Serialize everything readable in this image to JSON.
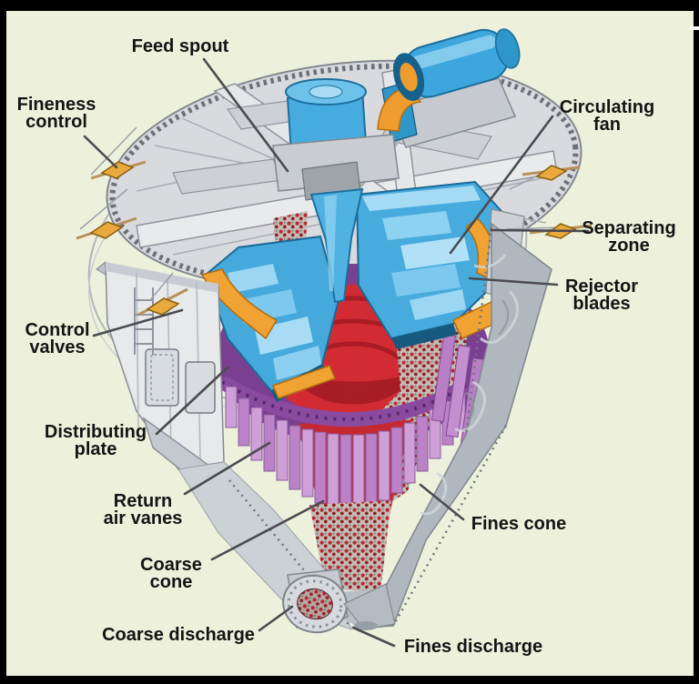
{
  "figure": {
    "background_color": "#edf1dc",
    "frame_color": "#000000",
    "colors": {
      "machine_blue": "#45abdf",
      "accent_orange": "#f0a232",
      "coarse_red": "#d32b33",
      "plate_purple": "#8a4aa0",
      "vane_lavender": "#cfa0d8",
      "steel_gray": "#d6d8db",
      "label_text": "#141414",
      "leader_line": "#4b4b50"
    },
    "labels": [
      {
        "id": "feed-spout",
        "text": "Feed spout"
      },
      {
        "id": "fineness-control",
        "text": "Fineness\ncontrol"
      },
      {
        "id": "circulating-fan",
        "text": "Circulating\nfan"
      },
      {
        "id": "separating-zone",
        "text": "Separating\nzone"
      },
      {
        "id": "rejector-blades",
        "text": "Rejector\nblades"
      },
      {
        "id": "control-valves",
        "text": "Control\nvalves"
      },
      {
        "id": "distributing-plate",
        "text": "Distributing\nplate"
      },
      {
        "id": "return-air-vanes",
        "text": "Return\nair vanes"
      },
      {
        "id": "fines-cone",
        "text": "Fines cone"
      },
      {
        "id": "coarse-cone",
        "text": "Coarse\ncone"
      },
      {
        "id": "coarse-discharge",
        "text": "Coarse discharge"
      },
      {
        "id": "fines-discharge",
        "text": "Fines discharge"
      }
    ]
  }
}
